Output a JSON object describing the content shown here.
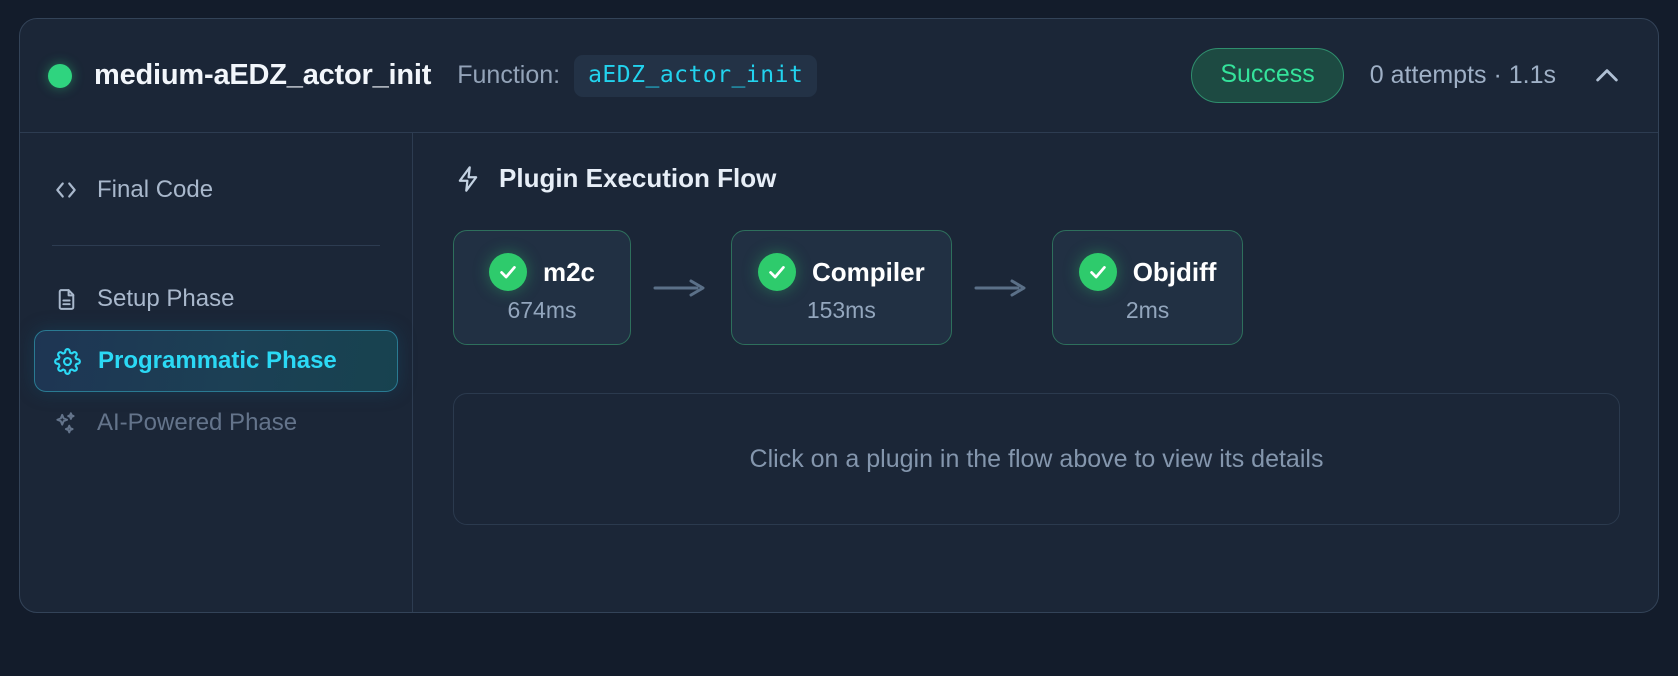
{
  "header": {
    "status_dot": "status-dot-success",
    "title": "medium-aEDZ_actor_init",
    "function_label": "Function:",
    "function_name": "aEDZ_actor_init",
    "status_badge": "Success",
    "meta": "0 attempts · 1.1s",
    "collapse_icon": "chevron-up-icon",
    "accent_cyan": "#22d3ee",
    "accent_green": "#2fd47f"
  },
  "sidebar": {
    "items": [
      {
        "id": "final-code",
        "label": "Final Code",
        "icon": "code-brackets-icon",
        "state": "default"
      },
      {
        "id": "setup-phase",
        "label": "Setup Phase",
        "icon": "file-document-icon",
        "state": "default"
      },
      {
        "id": "programmatic-phase",
        "label": "Programmatic Phase",
        "icon": "gear-icon",
        "state": "active"
      },
      {
        "id": "ai-powered-phase",
        "label": "AI-Powered Phase",
        "icon": "sparkles-icon",
        "state": "disabled"
      }
    ]
  },
  "main": {
    "title": "Plugin Execution Flow",
    "title_icon": "lightning-bolt-icon",
    "plugins": [
      {
        "name": "m2c",
        "duration": "674ms",
        "status": "success",
        "status_icon": "check-circle-icon"
      },
      {
        "name": "Compiler",
        "duration": "153ms",
        "status": "success",
        "status_icon": "check-circle-icon"
      },
      {
        "name": "Objdiff",
        "duration": "2ms",
        "status": "success",
        "status_icon": "check-circle-icon"
      }
    ],
    "arrow_icon": "arrow-right-icon",
    "empty_state": "Click on a plugin in the flow above to view its details"
  }
}
